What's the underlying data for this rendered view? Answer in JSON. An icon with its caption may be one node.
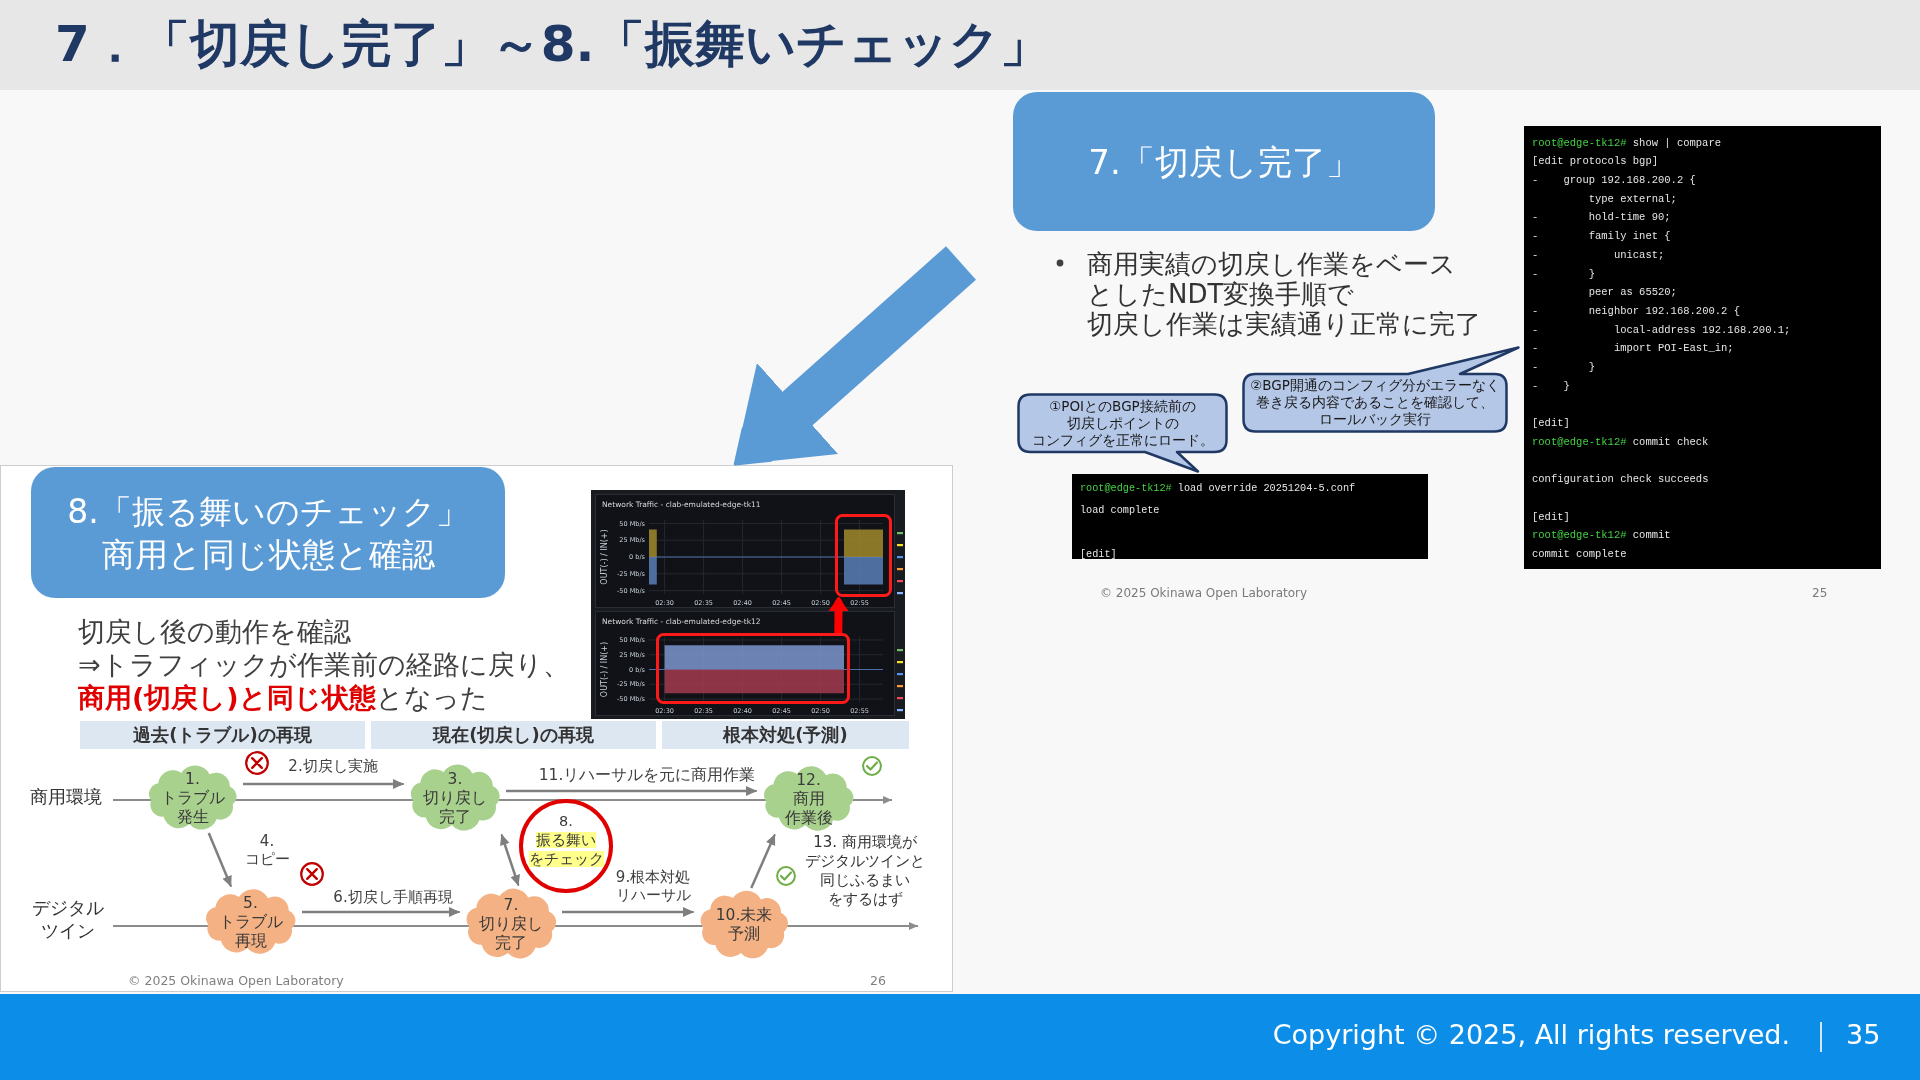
{
  "diagram": {
    "title": "7．「切戻し完了」～8.「振舞いチェック」",
    "nodes": [
      {
        "text": [
          "7.「切戻し完了」"
        ]
      },
      {
        "text": [
          "root@edge-tk12#",
          "show | compare",
          "[edit protocols bgp]",
          "-    group 192.168.200.2 {",
          "type external;",
          "-        hold-time 90;",
          "-        family inet {",
          "-            unicast;",
          "-        }",
          "peer as 65520;",
          "-        neighbor 192.168.200.2 {",
          "-            local-address 192.168.200.1;",
          "-            import POI-East_in;",
          "-        }",
          "-    }",
          "[edit]",
          "root@edge-tk12#",
          "commit check",
          "configuration check succeeds",
          "[edit]",
          "root@edge-tk12#",
          "commit",
          "commit complete"
        ]
      },
      {
        "text": [
          "①POIとのBGP接続前の切戻しポイントのコンフィグを正常にロード。"
        ]
      },
      {
        "text": [
          "②BGP開通のコンフィグ分がエラーなく巻き戻る内容であることを確認して、ロールバック実行"
        ]
      },
      {
        "text": [
          "root@edge-tk12#",
          "load override 20251204-5.conf",
          "load complete",
          "[edit]"
        ]
      },
      {
        "text": [
          "切戻し後の動作を確認",
          "⇒トラフィックが作業前の経路に戻り、**商用(切戻し)と同じ状態**となった",
          "© 2025 Okinawa Open Laboratory",
          "26"
        ]
      },
      {
        "text": [
          "8.「振る舞いのチェック」",
          "商用と同じ状態と確認"
        ],
        "in": 5
      },
      {
        "text": [
          "過去(トラブル)の再現"
        ],
        "in": 5
      },
      {
        "text": [
          "現在(切戻し)の再現"
        ],
        "in": 5
      },
      {
        "text": [
          "根本対処(予測)"
        ],
        "in": 5
      },
      {
        "text": [],
        "shape": "box",
        "in": 5
      },
      {
        "text": [],
        "shape": "box",
        "in": 5
      },
      {
        "text": [
          "1.トラブル発生"
        ],
        "in": 5
      },
      {
        "text": [
          "3.切り戻し完了"
        ],
        "in": 5
      },
      {
        "text": [
          "12.商用作業後"
        ],
        "in": 5
      },
      {
        "text": [
          "8.振る舞いをチェック"
        ],
        "in": 5
      },
      {
        "text": [
          "5.トラブル再現"
        ],
        "in": 5
      },
      {
        "text": [
          "7.切り戻し完了"
        ],
        "in": 5
      },
      {
        "text": [
          "10.未来予測"
        ],
        "in": 5
      }
    ],
    "edges": [
      {
        "from": null,
        "to": 5,
        "arrow": "to",
        "style": "thick",
        "color": "#5b9bd5"
      },
      {
        "from": 11,
        "to": 10,
        "arrow": "to",
        "style": "thick",
        "color": "#ff0000"
      },
      {
        "from": 12,
        "to": 13,
        "arrow": "to",
        "label": "2.切戻し実施"
      },
      {
        "from": 12,
        "to": 16,
        "arrow": "to",
        "label": "4.コピー"
      },
      {
        "from": 16,
        "to": 17,
        "arrow": "to",
        "label": "6.切戻し手順再現"
      },
      {
        "from": 13,
        "to": 17,
        "arrow": "both"
      },
      {
        "from": 17,
        "to": 18,
        "arrow": "to",
        "label": "9.根本対処リハーサル"
      },
      {
        "from": 13,
        "to": 14,
        "arrow": "to",
        "label": "11.リハーサルを元に商用作業"
      },
      {
        "from": 18,
        "to": 14,
        "arrow": "to"
      }
    ],
    "labels": [
      "商用実績の切戻し作業をベースとしたNDT変換手順で切戻し作業は実績通り正常に完了",
      "© 2025 Okinawa Open Laboratory",
      "25",
      "商用環境",
      "デジタルツイン",
      "13. 商用環境がデジタルツインと同じふるまいをするはず",
      "Copyright © 2025, All rights reserved.",
      "35"
    ],
    "chart_data": [
      {
        "type": "area",
        "title": "Network Traffic - clab-emulated-edge-tk11",
        "ylabel": "OUT(-) / IN(+)",
        "categories": [
          null,
          null,
          "02:30",
          null,
          null,
          null,
          null,
          "02:35",
          null,
          null,
          null,
          null,
          "02:40",
          null,
          null,
          null,
          null,
          "02:45",
          null,
          null,
          null,
          null,
          "02:50",
          null,
          null,
          null,
          null,
          "02:55",
          null,
          null,
          null
        ],
        "series": [
          {
            "color": "#a08a2c",
            "values": [
              41,
              41,
              null,
              null,
              null,
              null,
              null,
              null,
              null,
              null,
              null,
              null,
              null,
              null,
              null,
              null,
              null,
              null,
              null,
              null,
              null,
              null,
              null,
              null,
              null,
              41,
              41,
              41,
              41,
              41,
              41
            ]
          },
          {
            "color": "#5b7fb8",
            "values": [
              -41,
              -41,
              null,
              null,
              null,
              null,
              null,
              null,
              null,
              null,
              null,
              null,
              null,
              null,
              null,
              null,
              null,
              null,
              null,
              null,
              null,
              null,
              null,
              null,
              null,
              -41,
              -41,
              -41,
              -41,
              -41,
              -41
            ]
          }
        ],
        "ylim": [
          -55,
          55
        ],
        "yticks": [
          {
            "value": 50,
            "label": "50 Mb/s"
          },
          {
            "value": 25,
            "label": "25 Mb/s"
          },
          {
            "value": 0,
            "label": "0 b/s"
          },
          {
            "value": -25,
            "label": "-25 Mb/s"
          },
          {
            "value": -50,
            "label": "-50 Mb/s"
          }
        ],
        "grid": true,
        "ref_lines": [
          {
            "axis": "y",
            "value": 0,
            "color": "#4b6ea8"
          }
        ]
      },
      {
        "type": "area",
        "title": "Network Traffic - clab-emulated-edge-tk12",
        "ylabel": "OUT(-) / IN(+)",
        "categories": [
          null,
          null,
          "02:30",
          null,
          null,
          null,
          null,
          "02:35",
          null,
          null,
          null,
          null,
          "02:40",
          null,
          null,
          null,
          null,
          "02:45",
          null,
          null,
          null,
          null,
          "02:50",
          null,
          null,
          null,
          null,
          "02:55",
          null,
          null,
          null
        ],
        "series": [
          {
            "color": "#7b97cf",
            "values": [
              null,
              null,
              41,
              41,
              41,
              41,
              41,
              41,
              41,
              41,
              41,
              41,
              41,
              41,
              41,
              41,
              41,
              41,
              41,
              41,
              41,
              41,
              41,
              41,
              41,
              41,
              null,
              null,
              null,
              null,
              null
            ]
          },
          {
            "color": "#a33c50",
            "values": [
              null,
              null,
              -40,
              -40,
              -40,
              -40,
              -40,
              -40,
              -40,
              -40,
              -40,
              -40,
              -40,
              -40,
              -40,
              -40,
              -40,
              -40,
              -40,
              -40,
              -40,
              -40,
              -40,
              -40,
              -40,
              -40,
              null,
              null,
              null,
              null,
              null
            ]
          }
        ],
        "ylim": [
          -55,
          55
        ],
        "yticks": [
          {
            "value": 50,
            "label": "50 Mb/s"
          },
          {
            "value": 25,
            "label": "25 Mb/s"
          },
          {
            "value": 0,
            "label": "0 b/s"
          },
          {
            "value": -25,
            "label": "-25 Mb/s"
          },
          {
            "value": -50,
            "label": "-50 Mb/s"
          }
        ],
        "grid": true,
        "ref_lines": [
          {
            "axis": "y",
            "value": 0,
            "color": "#4b6ea8"
          }
        ]
      }
    ]
  }
}
